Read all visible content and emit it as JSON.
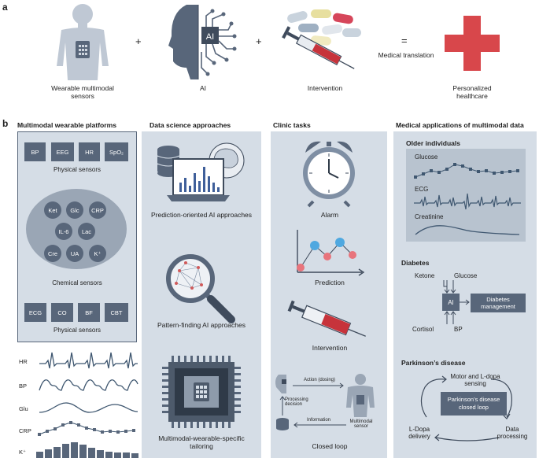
{
  "panel_a": {
    "label": "a",
    "items": [
      {
        "label": "Wearable multimodal sensors"
      },
      {
        "label": "AI"
      },
      {
        "label": "Intervention"
      },
      {
        "label": "Medical translation"
      },
      {
        "label": "Personalized healthcare"
      }
    ],
    "ops": [
      "+",
      "+",
      "="
    ],
    "ai_chip_text": "AI"
  },
  "panel_b": {
    "label": "b",
    "col1": {
      "title": "Multimodal wearable platforms",
      "top_sensors": [
        "BP",
        "EEG",
        "HR",
        "SpO₂"
      ],
      "top_caption": "Physical sensors",
      "chemical": [
        "Ket",
        "Glc",
        "CRP",
        "IL-6",
        "Lac",
        "Cre",
        "UA",
        "K⁺"
      ],
      "chemical_caption": "Chemical sensors",
      "bottom_sensors": [
        "ECG",
        "CO",
        "BF",
        "CBT"
      ],
      "bottom_caption": "Physical sensors",
      "signals": [
        "HR",
        "BP",
        "Glu",
        "CRP",
        "K⁺"
      ]
    },
    "col2": {
      "title": "Data science approaches",
      "items": [
        "Prediction-oriented AI approaches",
        "Pattern-finding AI approaches",
        "Multimodal-wearable-specific tailoring"
      ]
    },
    "col3": {
      "title": "Clinic tasks",
      "items": [
        "Alarm",
        "Prediction",
        "Intervention",
        "Closed loop"
      ],
      "loop": {
        "action": "Action (dosing)",
        "processing": "Processing decision",
        "information": "Information",
        "sensor": "Multimodal sensor"
      }
    },
    "col4": {
      "title": "Medical applications of multimodal data",
      "older": {
        "title": "Older individuals",
        "signals": [
          "Glucose",
          "ECG",
          "Creatinine"
        ]
      },
      "diabetes": {
        "title": "Diabetes",
        "inputs": [
          "Ketone",
          "Glucose",
          "Cortisol",
          "BP"
        ],
        "ai": "AI",
        "output": "Diabetes management"
      },
      "parkinsons": {
        "title": "Parkinson’s disease",
        "center": "Parkinson’s disease closed loop",
        "top": "Motor and L-dopa sensing",
        "right": "Data processing",
        "left": "L-Dopa delivery"
      }
    }
  },
  "colors": {
    "panel": "#d5dde6",
    "box": "#58667a",
    "cross": "#d8474b",
    "line": "#3f5770"
  }
}
